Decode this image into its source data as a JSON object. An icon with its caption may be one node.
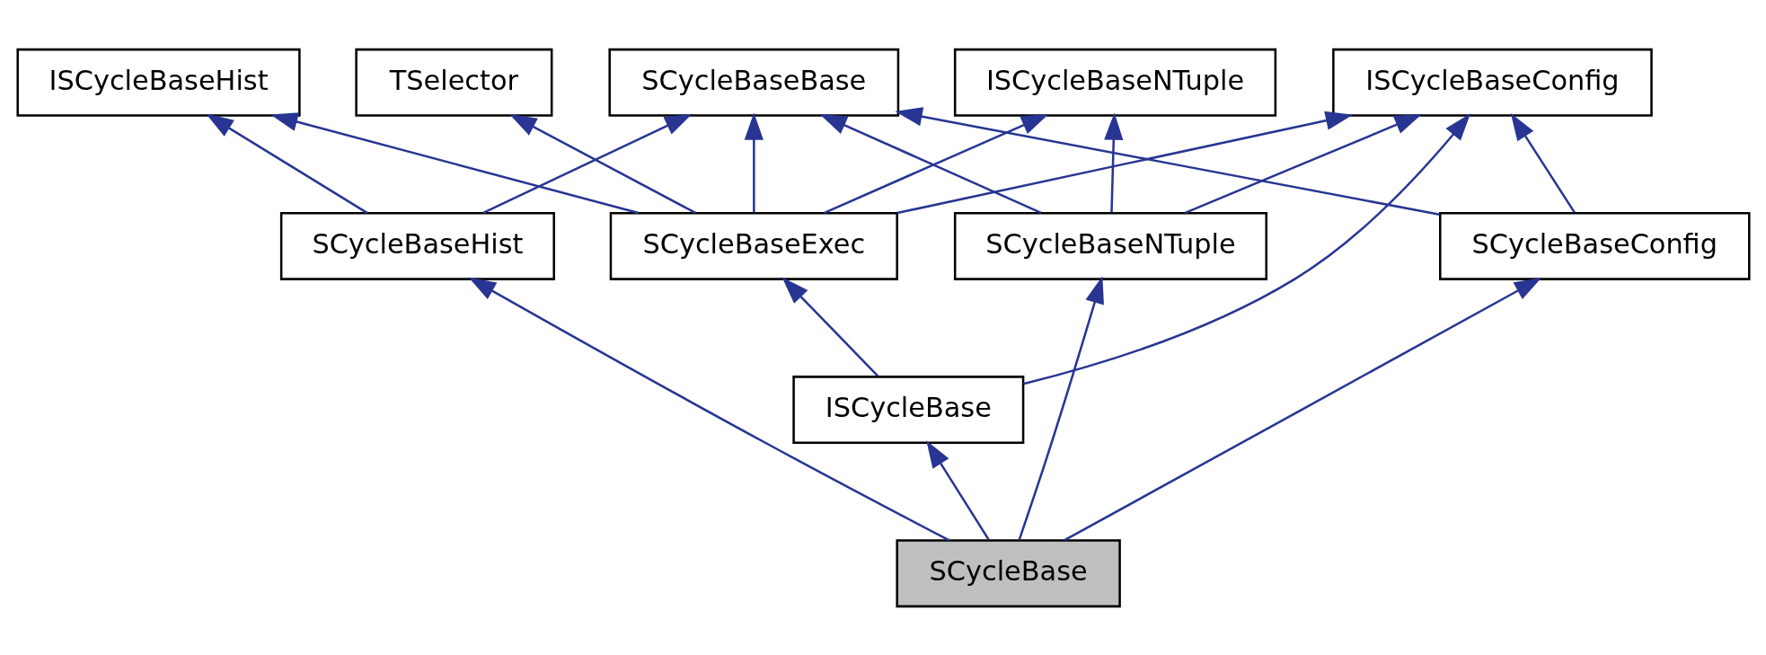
{
  "diagram": {
    "nodes": [
      {
        "text": [
          "ISCycleBaseHist"
        ]
      },
      {
        "text": [
          "TSelector"
        ]
      },
      {
        "text": [
          "ISCycleBaseNTuple"
        ]
      },
      {
        "text": [
          "SCycleBaseBase"
        ]
      },
      {
        "text": [
          "ISCycleBaseConfig"
        ]
      },
      {
        "text": [
          "SCycleBaseHist"
        ]
      },
      {
        "text": [
          "SCycleBaseExec"
        ]
      },
      {
        "text": [
          "SCycleBaseNTuple"
        ]
      },
      {
        "text": [
          "SCycleBaseConfig"
        ]
      },
      {
        "text": [
          "ISCycleBase"
        ]
      },
      {
        "text": [
          "SCycleBase"
        ]
      }
    ],
    "edges": [
      {
        "from": 5,
        "to": 0,
        "arrow": "to"
      },
      {
        "from": 5,
        "to": 3,
        "arrow": "to"
      },
      {
        "from": 6,
        "to": 0,
        "arrow": "to"
      },
      {
        "from": 6,
        "to": 1,
        "arrow": "to"
      },
      {
        "from": 6,
        "to": 2,
        "arrow": "to"
      },
      {
        "from": 6,
        "to": 3,
        "arrow": "to"
      },
      {
        "from": 6,
        "to": 4,
        "arrow": "to"
      },
      {
        "from": 7,
        "to": 2,
        "arrow": "to"
      },
      {
        "from": 7,
        "to": 3,
        "arrow": "to"
      },
      {
        "from": 7,
        "to": 4,
        "arrow": "to"
      },
      {
        "from": 8,
        "to": 3,
        "arrow": "to"
      },
      {
        "from": 8,
        "to": 4,
        "arrow": "to"
      },
      {
        "from": 9,
        "to": 6,
        "arrow": "to"
      },
      {
        "from": 9,
        "to": 4,
        "arrow": "to"
      },
      {
        "from": 10,
        "to": 5,
        "arrow": "to"
      },
      {
        "from": 10,
        "to": 7,
        "arrow": "to"
      },
      {
        "from": 10,
        "to": 9,
        "arrow": "to"
      },
      {
        "from": 10,
        "to": 8,
        "arrow": "to"
      }
    ]
  }
}
